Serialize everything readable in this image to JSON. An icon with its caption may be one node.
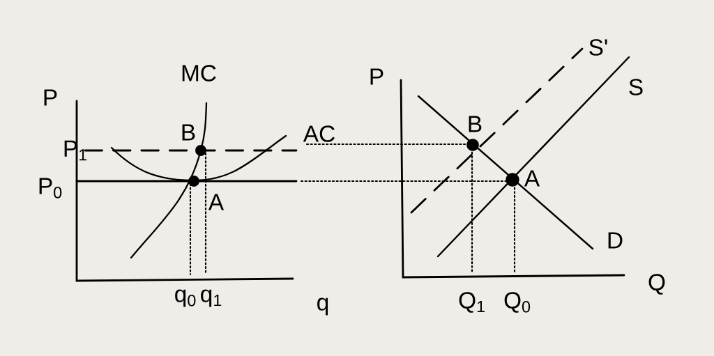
{
  "diagram": {
    "labels": [
      "S'",
      "MC",
      "P",
      "P",
      "S",
      "B",
      "AC",
      "B",
      "P$_{1}$",
      "P$_{0}$",
      "A",
      "A",
      "D",
      "Q",
      "q$_{0}$",
      "q$_{1}$",
      "q",
      "Q$_{1}$",
      "Q$_{0}$"
    ]
  }
}
